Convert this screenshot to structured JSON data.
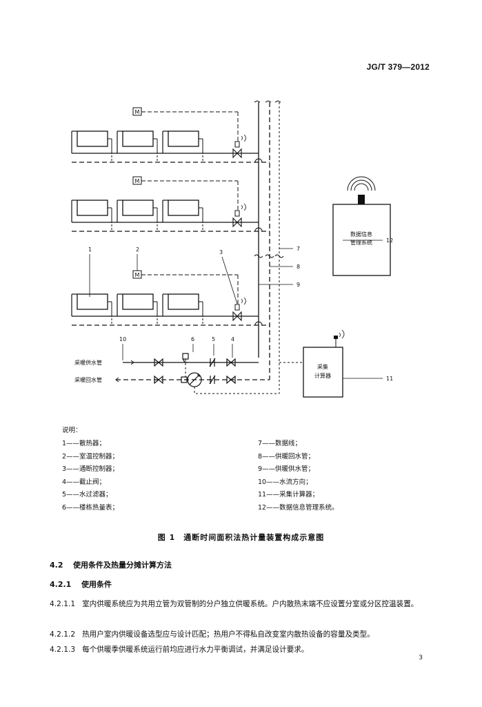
{
  "header": {
    "standard_code": "JG/T 379—2012"
  },
  "figure": {
    "device_labels": {
      "room_controller": "M",
      "collector": "采集\n计算器",
      "management_system": "数据信息\n管理系统"
    },
    "pipe_labels": {
      "supply_pipe": "采暖供水管",
      "return_pipe": "采暖回水管"
    },
    "callout_numbers": [
      "1",
      "2",
      "3",
      "4",
      "5",
      "6",
      "7",
      "8",
      "9",
      "10",
      "11",
      "12"
    ],
    "legend_title": "说明：",
    "legend": [
      "1——散热器；",
      "7——数据线；",
      "2——室温控制器；",
      "8——供暖回水管；",
      "3——通断控制器；",
      "9——供暖供水管；",
      "4——截止阀；",
      "10——水流方向；",
      "5——水过滤器；",
      "11——采集计算器；",
      "6——楼栋热量表；",
      "12——数据信息管理系统。"
    ],
    "caption": "图 1　通断时间面积法热计量装置构成示意图"
  },
  "section_4_2": {
    "num": "4.2",
    "title": "使用条件及热量分摊计算方法"
  },
  "section_4_2_1": {
    "num": "4.2.1",
    "title": "使用条件"
  },
  "paragraphs": [
    {
      "num": "4.2.1.1",
      "text": "室内供暖系统应为共用立管为双管制的分户独立供暖系统。户内散热末端不应设置分室或分区控温装置。"
    },
    {
      "num": "4.2.1.2",
      "text": "热用户室内供暖设备选型应与设计匹配；热用户不得私自改变室内散热设备的容量及类型。"
    },
    {
      "num": "4.2.1.3",
      "text": "每个供暖季供暖系统运行前均应进行水力平衡调试，并满足设计要求。"
    }
  ],
  "page_number": "3"
}
